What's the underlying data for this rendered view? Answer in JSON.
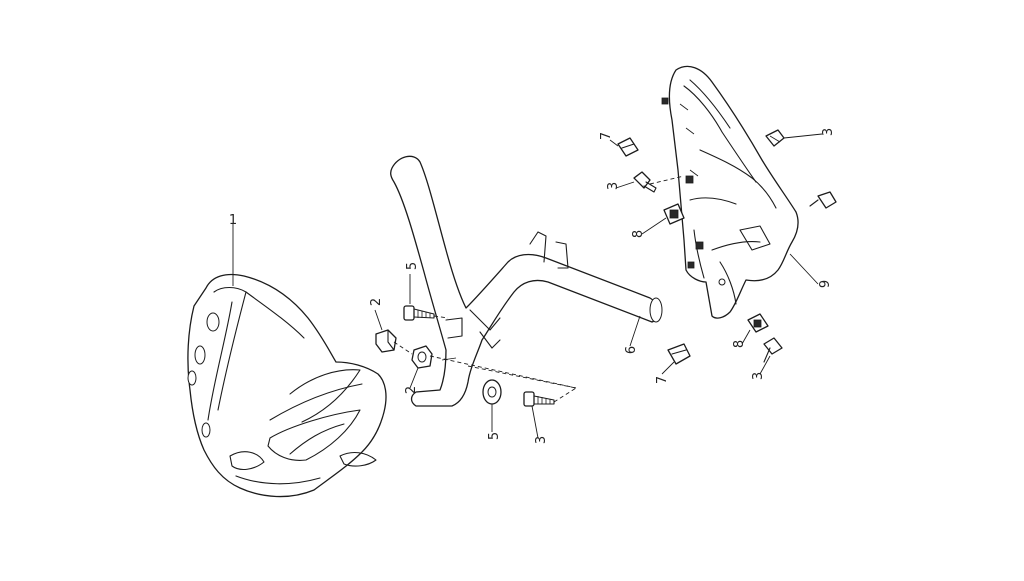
{
  "diagram": {
    "callouts": [
      {
        "id": "c-visor",
        "label": "1"
      },
      {
        "id": "c-bolt-top",
        "label": "5"
      },
      {
        "id": "c-nut",
        "label": "2"
      },
      {
        "id": "c-nut2",
        "label": "2"
      },
      {
        "id": "c-washer",
        "label": "5"
      },
      {
        "id": "c-bolt-bottom",
        "label": "3"
      },
      {
        "id": "c-handlebar",
        "label": "6"
      },
      {
        "id": "c-clip-bottom",
        "label": "7"
      },
      {
        "id": "c-clip-top",
        "label": "7"
      },
      {
        "id": "c-screw-a",
        "label": "3"
      },
      {
        "id": "c-clip-b",
        "label": "8"
      },
      {
        "id": "c-screw-right-top",
        "label": "3"
      },
      {
        "id": "c-cover",
        "label": "9"
      },
      {
        "id": "c-clip-lower",
        "label": "8"
      },
      {
        "id": "c-screw-lower",
        "label": "3"
      }
    ]
  }
}
